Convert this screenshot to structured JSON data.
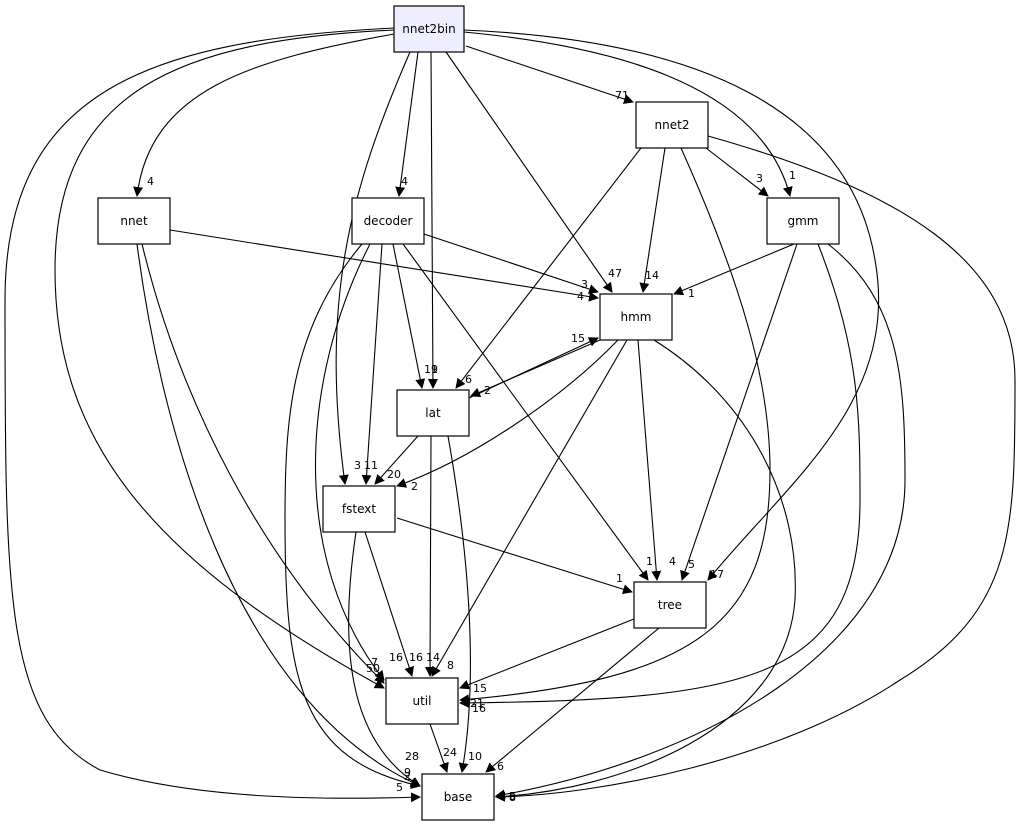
{
  "diagram": {
    "nodes": [
      {
        "id": "nnet2bin",
        "label": "nnet2bin",
        "root": true
      },
      {
        "id": "nnet2",
        "label": "nnet2"
      },
      {
        "id": "nnet",
        "label": "nnet"
      },
      {
        "id": "decoder",
        "label": "decoder"
      },
      {
        "id": "gmm",
        "label": "gmm"
      },
      {
        "id": "hmm",
        "label": "hmm"
      },
      {
        "id": "lat",
        "label": "lat"
      },
      {
        "id": "fstext",
        "label": "fstext"
      },
      {
        "id": "tree",
        "label": "tree"
      },
      {
        "id": "util",
        "label": "util"
      },
      {
        "id": "base",
        "label": "base"
      }
    ],
    "edges": [
      {
        "from": "nnet2bin",
        "to": "nnet2",
        "label": "71"
      },
      {
        "from": "nnet2bin",
        "to": "nnet",
        "label": "4"
      },
      {
        "from": "nnet2bin",
        "to": "decoder",
        "label": "4"
      },
      {
        "from": "nnet2bin",
        "to": "gmm",
        "label": "1"
      },
      {
        "from": "nnet2bin",
        "to": "hmm",
        "label": "47"
      },
      {
        "from": "nnet2bin",
        "to": "lat",
        "label": "1"
      },
      {
        "from": "nnet2bin",
        "to": "fstext",
        "label": "3"
      },
      {
        "from": "nnet2bin",
        "to": "tree",
        "label": "17"
      },
      {
        "from": "nnet2bin",
        "to": "util",
        "label": "50"
      },
      {
        "from": "nnet2bin",
        "to": "base",
        "label": "5"
      },
      {
        "from": "nnet2",
        "to": "gmm",
        "label": "3"
      },
      {
        "from": "nnet2",
        "to": "hmm",
        "label": "14"
      },
      {
        "from": "nnet2",
        "to": "lat",
        "label": "6"
      },
      {
        "from": "nnet2",
        "to": "util",
        "label": "21"
      },
      {
        "from": "nnet2",
        "to": "base",
        "label": "8"
      },
      {
        "from": "nnet",
        "to": "hmm",
        "label": "4"
      },
      {
        "from": "nnet",
        "to": "util",
        "label": "7"
      },
      {
        "from": "nnet",
        "to": "base",
        "label": "9"
      },
      {
        "from": "decoder",
        "to": "hmm",
        "label": "3"
      },
      {
        "from": "decoder",
        "to": "lat",
        "label": "19"
      },
      {
        "from": "decoder",
        "to": "fstext",
        "label": "11"
      },
      {
        "from": "decoder",
        "to": "tree",
        "label": "1"
      },
      {
        "from": "decoder",
        "to": "util",
        "label": "16"
      },
      {
        "from": "decoder",
        "to": "base",
        "label": "2"
      },
      {
        "from": "gmm",
        "to": "hmm",
        "label": "1"
      },
      {
        "from": "gmm",
        "to": "tree",
        "label": "5"
      },
      {
        "from": "gmm",
        "to": "util",
        "label": "16"
      },
      {
        "from": "gmm",
        "to": "base",
        "label": "6"
      },
      {
        "from": "hmm",
        "to": "lat",
        "label": "2"
      },
      {
        "from": "hmm",
        "to": "fstext",
        "label": "2"
      },
      {
        "from": "hmm",
        "to": "tree",
        "label": "4"
      },
      {
        "from": "hmm",
        "to": "util",
        "label": "8"
      },
      {
        "from": "hmm",
        "to": "base",
        "label": "5"
      },
      {
        "from": "lat",
        "to": "hmm",
        "label": "15"
      },
      {
        "from": "lat",
        "to": "fstext",
        "label": "20"
      },
      {
        "from": "lat",
        "to": "util",
        "label": "14"
      },
      {
        "from": "lat",
        "to": "base",
        "label": "10"
      },
      {
        "from": "fstext",
        "to": "tree",
        "label": "1"
      },
      {
        "from": "fstext",
        "to": "util",
        "label": "16"
      },
      {
        "from": "fstext",
        "to": "base",
        "label": "28"
      },
      {
        "from": "tree",
        "to": "util",
        "label": "15"
      },
      {
        "from": "tree",
        "to": "base",
        "label": "6"
      },
      {
        "from": "util",
        "to": "base",
        "label": "24"
      }
    ]
  }
}
